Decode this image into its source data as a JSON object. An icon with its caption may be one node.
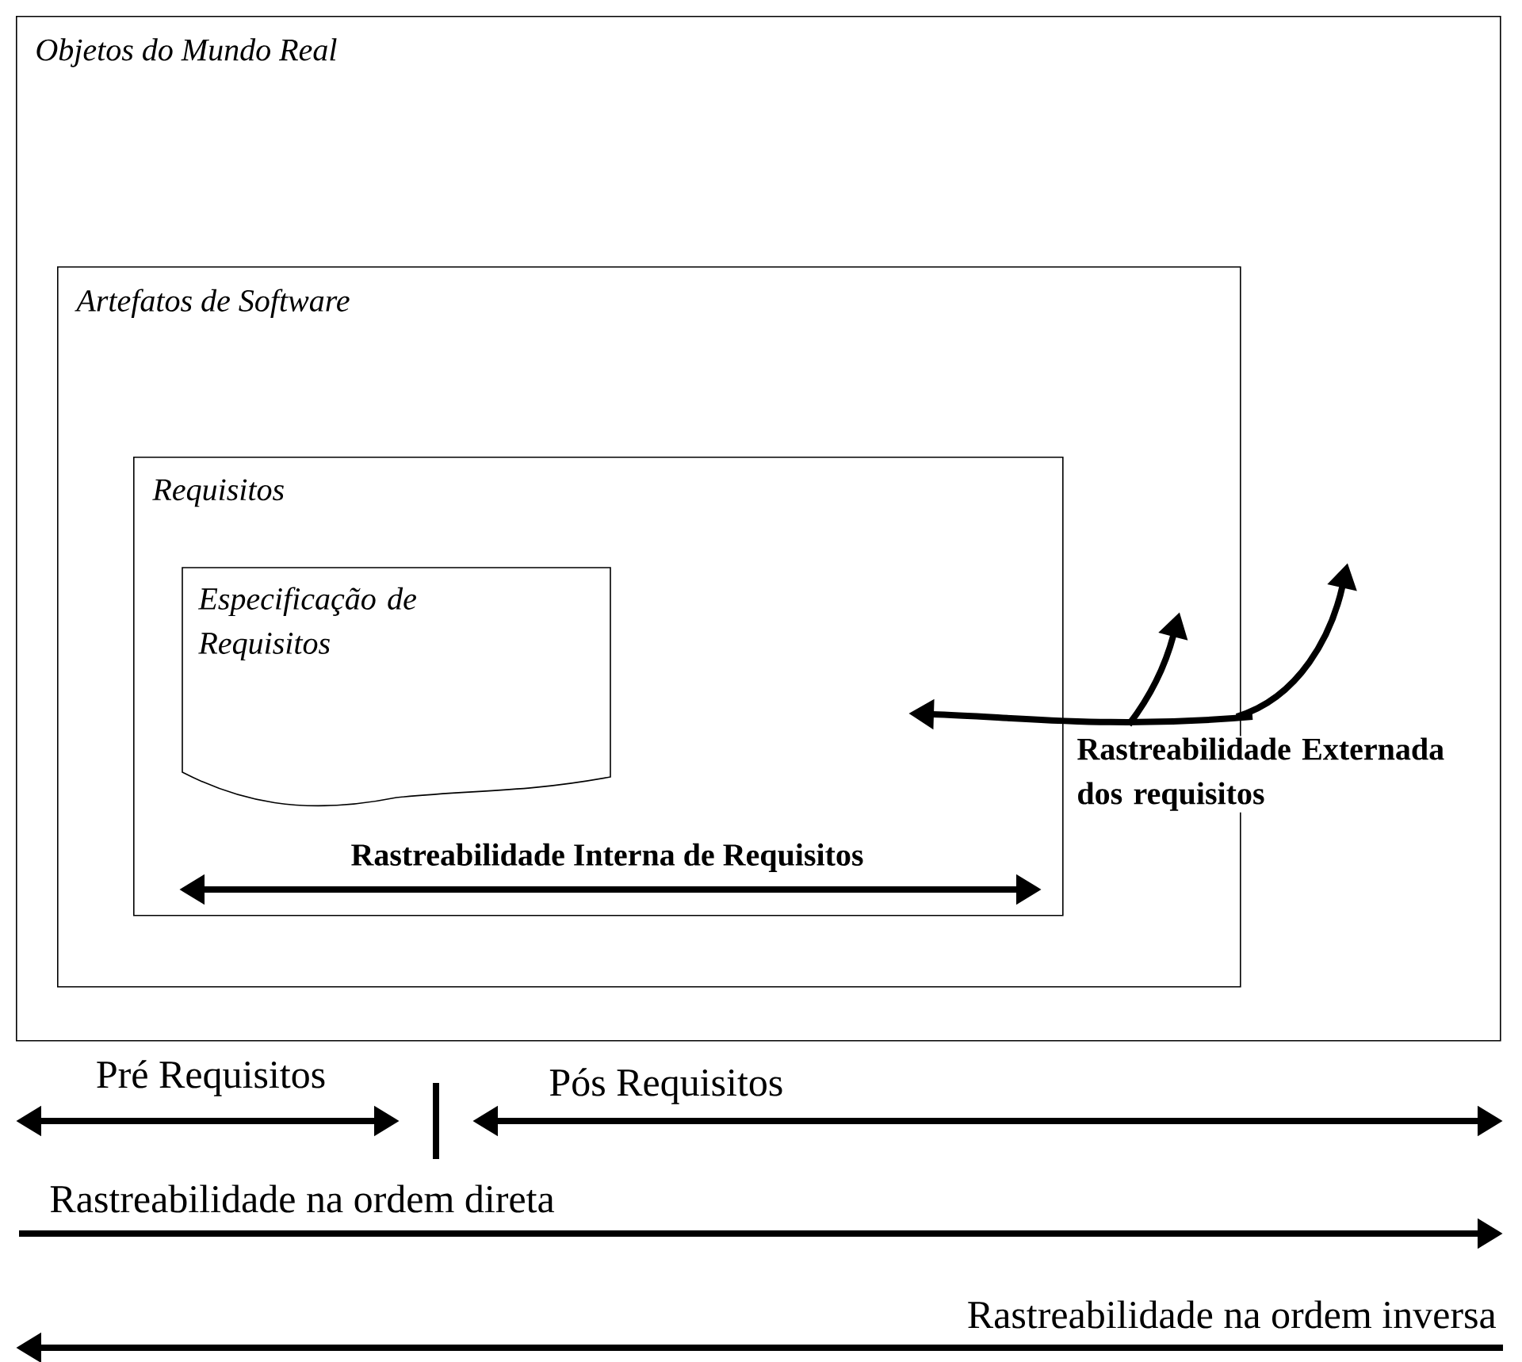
{
  "diagram": {
    "nodes": [
      {
        "text": [
          "Objetos do Mundo Real"
        ]
      },
      {
        "text": [
          "Artefatos de Software"
        ],
        "in": 0
      },
      {
        "text": [
          "Requisitos"
        ],
        "in": 1
      },
      {
        "text": [
          "Especificação de Requisitos"
        ],
        "in": 2
      }
    ],
    "labels": [
      "Rastreabilidade Externada dos requisitos",
      "Rastreabilidade Interna de Requisitos",
      "Pré Requisitos",
      "Pós Requisitos",
      "Rastreabilidade na ordem direta",
      "Rastreabilidade na ordem inversa"
    ]
  }
}
